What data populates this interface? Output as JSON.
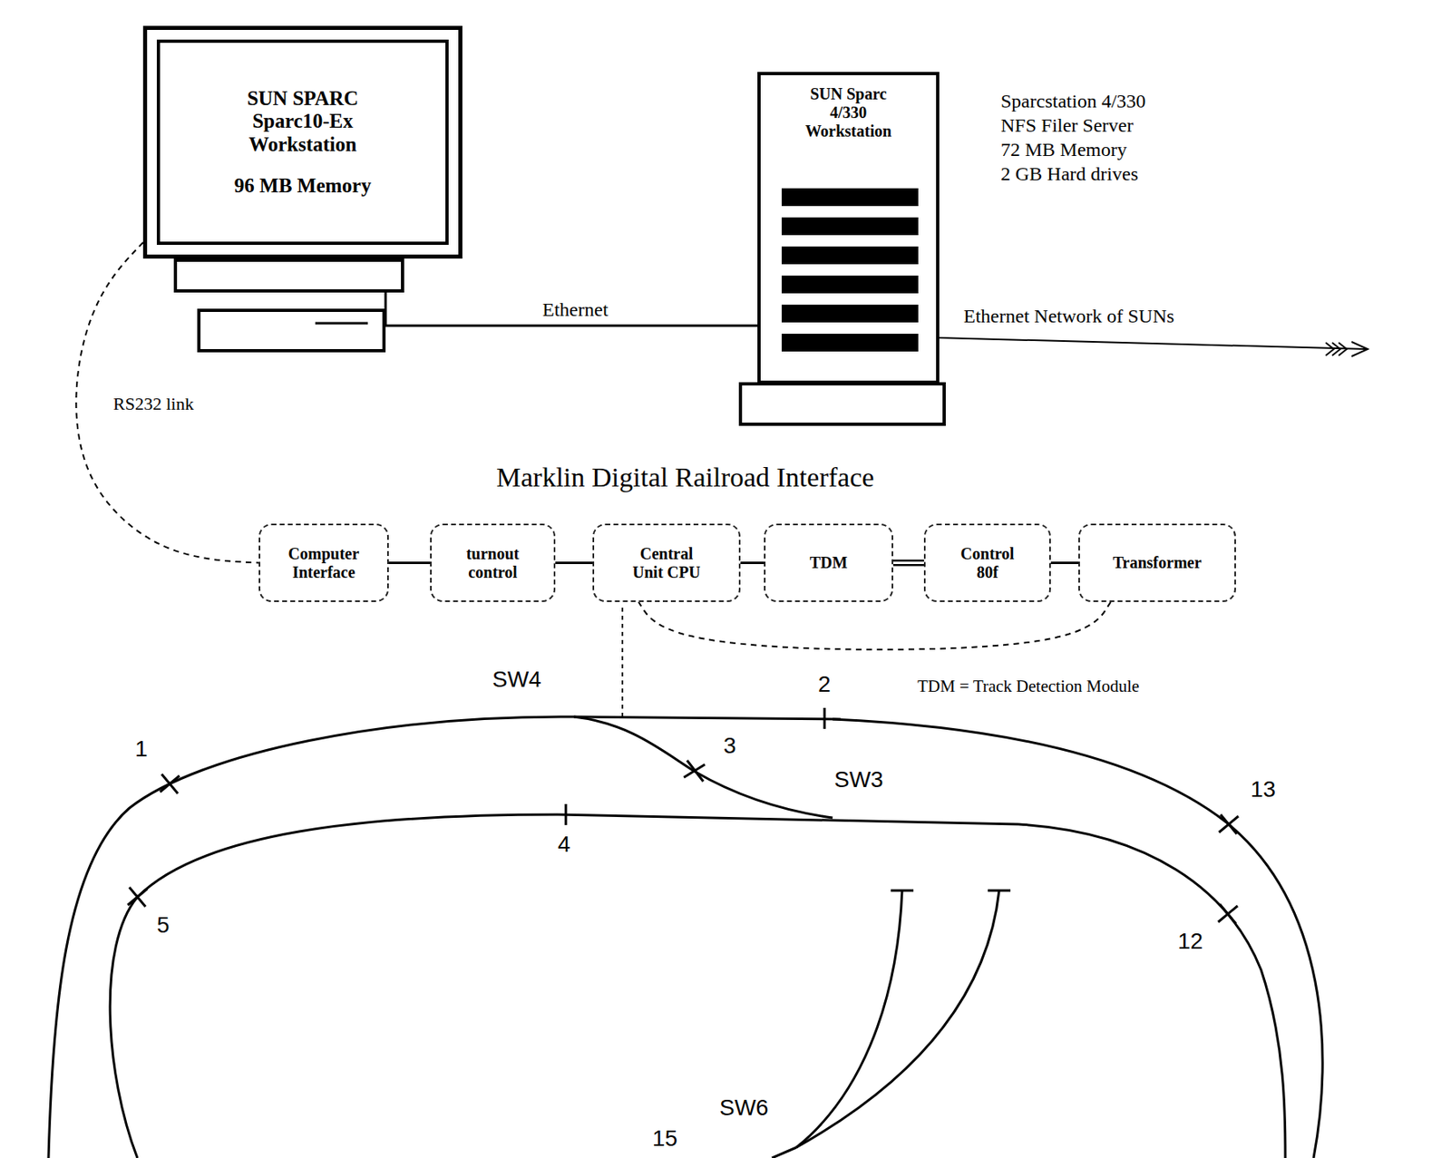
{
  "diagram": {
    "nodes": [
      {
        "text": [
          "SUN SPARC Sparc10-Ex Workstation",
          "96 MB Memory"
        ]
      },
      {
        "text": [
          "SUN Sparc 4/330 Workstation"
        ]
      },
      {
        "text": [
          "Computer Interface"
        ]
      },
      {
        "text": [
          "turnout control"
        ]
      },
      {
        "text": [
          "Central Unit CPU"
        ]
      },
      {
        "text": [
          "TDM"
        ]
      },
      {
        "text": [
          "Control 80f"
        ]
      },
      {
        "text": [
          "Transformer"
        ]
      }
    ],
    "edges": [
      {
        "from": 0,
        "to": 1,
        "arrow": "none",
        "label": "Ethernet"
      },
      {
        "from": 0,
        "to": 2,
        "arrow": "none",
        "label": "RS232 link"
      },
      {
        "from": 2,
        "to": 3,
        "arrow": "none"
      },
      {
        "from": 3,
        "to": 4,
        "arrow": "none"
      },
      {
        "from": 4,
        "to": 5,
        "arrow": "none"
      },
      {
        "from": 5,
        "to": 6,
        "arrow": "none"
      },
      {
        "from": 6,
        "to": 7,
        "arrow": "none"
      },
      {
        "from": 7,
        "to": 4,
        "arrow": "none"
      }
    ],
    "labels": [
      "Sparcstation 4/330",
      "NFS Filer Server",
      "72 MB Memory",
      "2 GB Hard drives",
      "Ethernet Network of SUNs",
      "Marklin Digital Railroad Interface",
      "TDM = Track Detection Module",
      "SW4",
      "2",
      "1",
      "3",
      "SW3",
      "13",
      "4",
      "5",
      "12",
      "SW6",
      "15"
    ]
  }
}
